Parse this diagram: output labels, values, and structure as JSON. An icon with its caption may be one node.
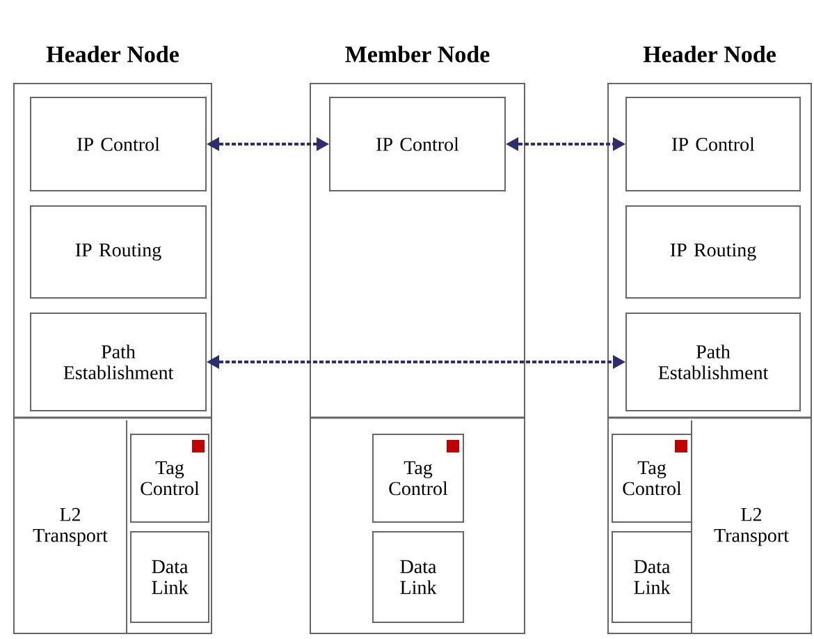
{
  "diagram": {
    "nodes": [
      {
        "text": [
          "Header Node"
        ]
      },
      {
        "text": [
          "IP Control"
        ],
        "in": 0
      },
      {
        "text": [
          "IP Routing"
        ],
        "in": 0
      },
      {
        "text": [
          "Path Establishment"
        ],
        "in": 0
      },
      {
        "text": [
          "L2 Transport"
        ],
        "in": 0
      },
      {
        "text": [
          "Tag Control"
        ],
        "in": 0
      },
      {
        "text": [
          "Data Link"
        ],
        "in": 0
      },
      {
        "text": [
          "Member Node"
        ]
      },
      {
        "text": [
          "IP Control"
        ],
        "in": 7
      },
      {
        "text": [
          "Tag Control"
        ],
        "in": 7
      },
      {
        "text": [
          "Data Link"
        ],
        "in": 7
      },
      {
        "text": [
          "Header Node"
        ]
      },
      {
        "text": [
          "IP Control"
        ],
        "in": 11
      },
      {
        "text": [
          "IP Routing"
        ],
        "in": 11
      },
      {
        "text": [
          "Path Establishment"
        ],
        "in": 11
      },
      {
        "text": [
          "Tag Control"
        ],
        "in": 11
      },
      {
        "text": [
          "Data Link"
        ],
        "in": 11
      },
      {
        "text": [
          "L2 Transport"
        ],
        "in": 11
      }
    ],
    "edges": [
      {
        "from": 1,
        "to": 8,
        "arrow": "both",
        "style": "dashed"
      },
      {
        "from": 8,
        "to": 12,
        "arrow": "both",
        "style": "dashed"
      },
      {
        "from": 3,
        "to": 14,
        "arrow": "both",
        "style": "dashed"
      }
    ]
  }
}
